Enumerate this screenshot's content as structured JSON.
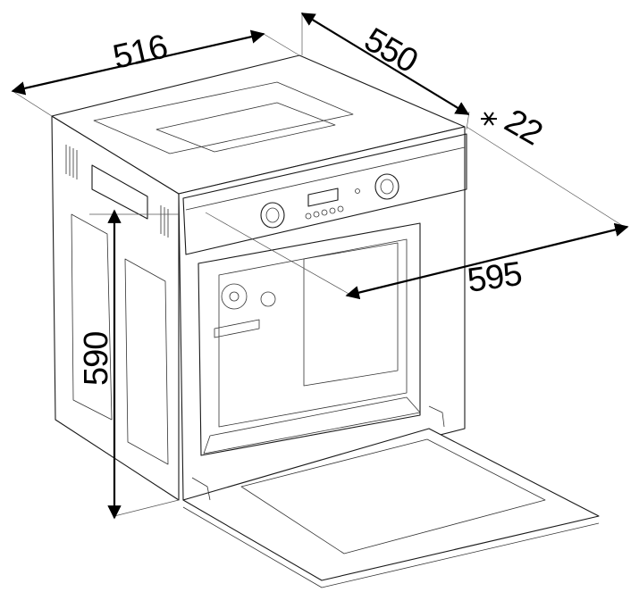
{
  "dimensions": {
    "width_top": "516",
    "depth": "550",
    "panel_thickness": "22",
    "front_width": "595",
    "height": "590"
  },
  "colors": {
    "line": "#1a1a1a",
    "background": "#ffffff"
  },
  "icons": {
    "marker": "star-marker-icon",
    "arrow": "arrow-head-icon"
  }
}
